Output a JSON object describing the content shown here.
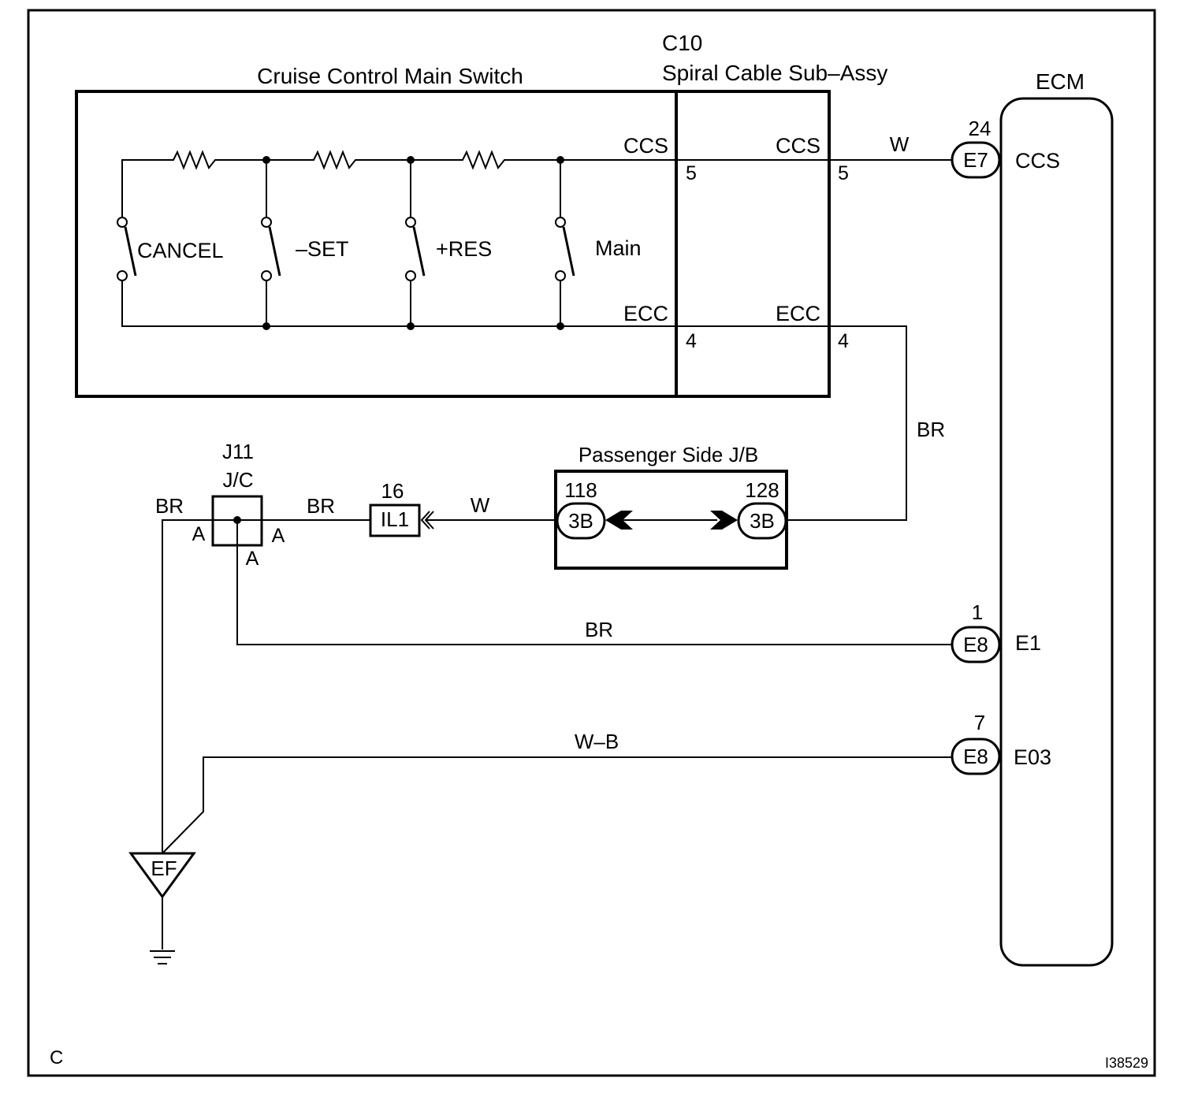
{
  "diagram": {
    "section_letter": "C",
    "figure_id": "I38529",
    "main_switch": {
      "title": "Cruise Control Main Switch",
      "switches": [
        "CANCEL",
        "–SET",
        "+RES",
        "Main"
      ],
      "term_top": "CCS",
      "term_bottom": "ECC",
      "pin_top": "5",
      "pin_bottom": "4"
    },
    "spiral_cable": {
      "code": "C10",
      "title": "Spiral Cable Sub–Assy",
      "term_top": "CCS",
      "term_bottom": "ECC",
      "pin_top": "5",
      "pin_bottom": "4"
    },
    "ecm": {
      "title": "ECM",
      "terminals": [
        {
          "connector": "E7",
          "pin": "24",
          "name": "CCS"
        },
        {
          "connector": "E8",
          "pin": "1",
          "name": "E1"
        },
        {
          "connector": "E8",
          "pin": "7",
          "name": "E03"
        }
      ]
    },
    "junction_connector": {
      "code": "J11",
      "title": "J/C",
      "pin_left": "A",
      "pin_right": "A",
      "pin_bottom": "A"
    },
    "inline_connector": {
      "code": "IL1",
      "pin": "16"
    },
    "passenger_jb": {
      "title": "Passenger Side J/B",
      "left": {
        "connector": "3B",
        "pin": "118"
      },
      "right": {
        "connector": "3B",
        "pin": "128"
      }
    },
    "ground": {
      "label": "EF"
    },
    "wires": {
      "ccs_wire": "W",
      "ecc_wire": "BR",
      "jb_to_il1": "W",
      "il1_to_jc": "BR",
      "jc_left": "BR",
      "e1_wire": "BR",
      "e03_wire": "W–B"
    }
  }
}
